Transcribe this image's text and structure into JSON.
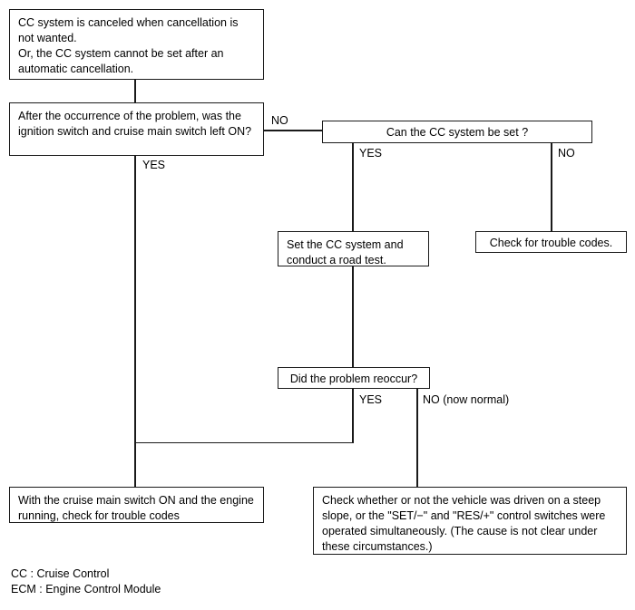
{
  "diagram": {
    "title": "Cruise Control troubleshooting flowchart",
    "line_color": "#1a1a1a",
    "background": "#ffffff",
    "nodes": {
      "symptom": {
        "text": "CC system is canceled when cancellation is not wanted.\nOr, the CC system cannot be set after an automatic cancellation."
      },
      "question_ignition": {
        "text": "After the occurrence of the problem, was the ignition switch and cruise main switch left ON?"
      },
      "question_can_set": {
        "text": "Can the CC system be set ?"
      },
      "action_set_and_road_test": {
        "text": "Set the CC system and conduct a road test."
      },
      "action_check_trouble_codes": {
        "text": "Check for trouble codes."
      },
      "question_reoccur": {
        "text": "Did the problem reoccur?"
      },
      "action_cruise_switch_on": {
        "text": "With the cruise main switch ON and the engine running, check for trouble codes"
      },
      "action_check_steep_slope": {
        "text": "Check whether or not the vehicle was driven on a steep slope, or the \"SET/−\" and \"RES/+\" control switches were operated simultaneously. (The cause is not clear under these circumstances.)"
      }
    },
    "edge_labels": {
      "ignition_no": "NO",
      "ignition_yes": "YES",
      "can_set_yes": "YES",
      "can_set_no": "NO",
      "reoccur_yes": "YES",
      "reoccur_no": "NO (now normal)"
    },
    "legend": {
      "text": "CC : Cruise Control\nECM : Engine Control Module"
    }
  }
}
